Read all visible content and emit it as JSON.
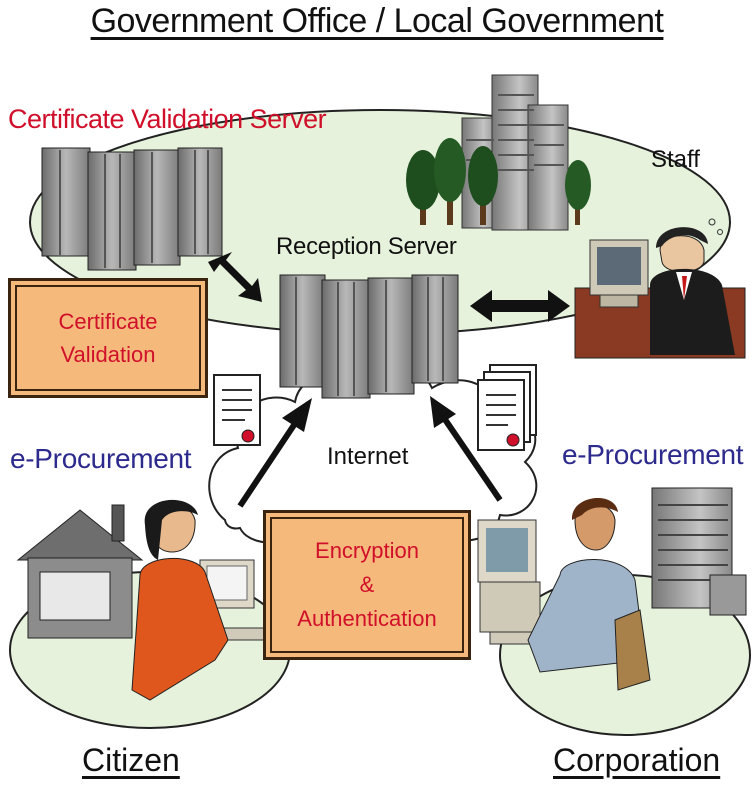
{
  "title": "Government Office / Local Government",
  "labels": {
    "certificate_validation_server": "Certificate Validation Server",
    "staff": "Staff",
    "reception_server": "Reception Server",
    "internet": "Internet",
    "eprocurement_left": "e-Procurement",
    "eprocurement_right": "e-Procurement",
    "citizen": "Citizen",
    "corporation": "Corporation"
  },
  "boxes": {
    "certificate_validation": [
      "Certificate",
      "Validation"
    ],
    "encryption_authentication": [
      "Encryption",
      "&",
      "Authentication"
    ]
  },
  "colors": {
    "red_text": "#d0102a",
    "blue_text": "#2c2a8c",
    "box_fill": "#f6b97c",
    "ellipse_fill": "#e6f2dc"
  }
}
